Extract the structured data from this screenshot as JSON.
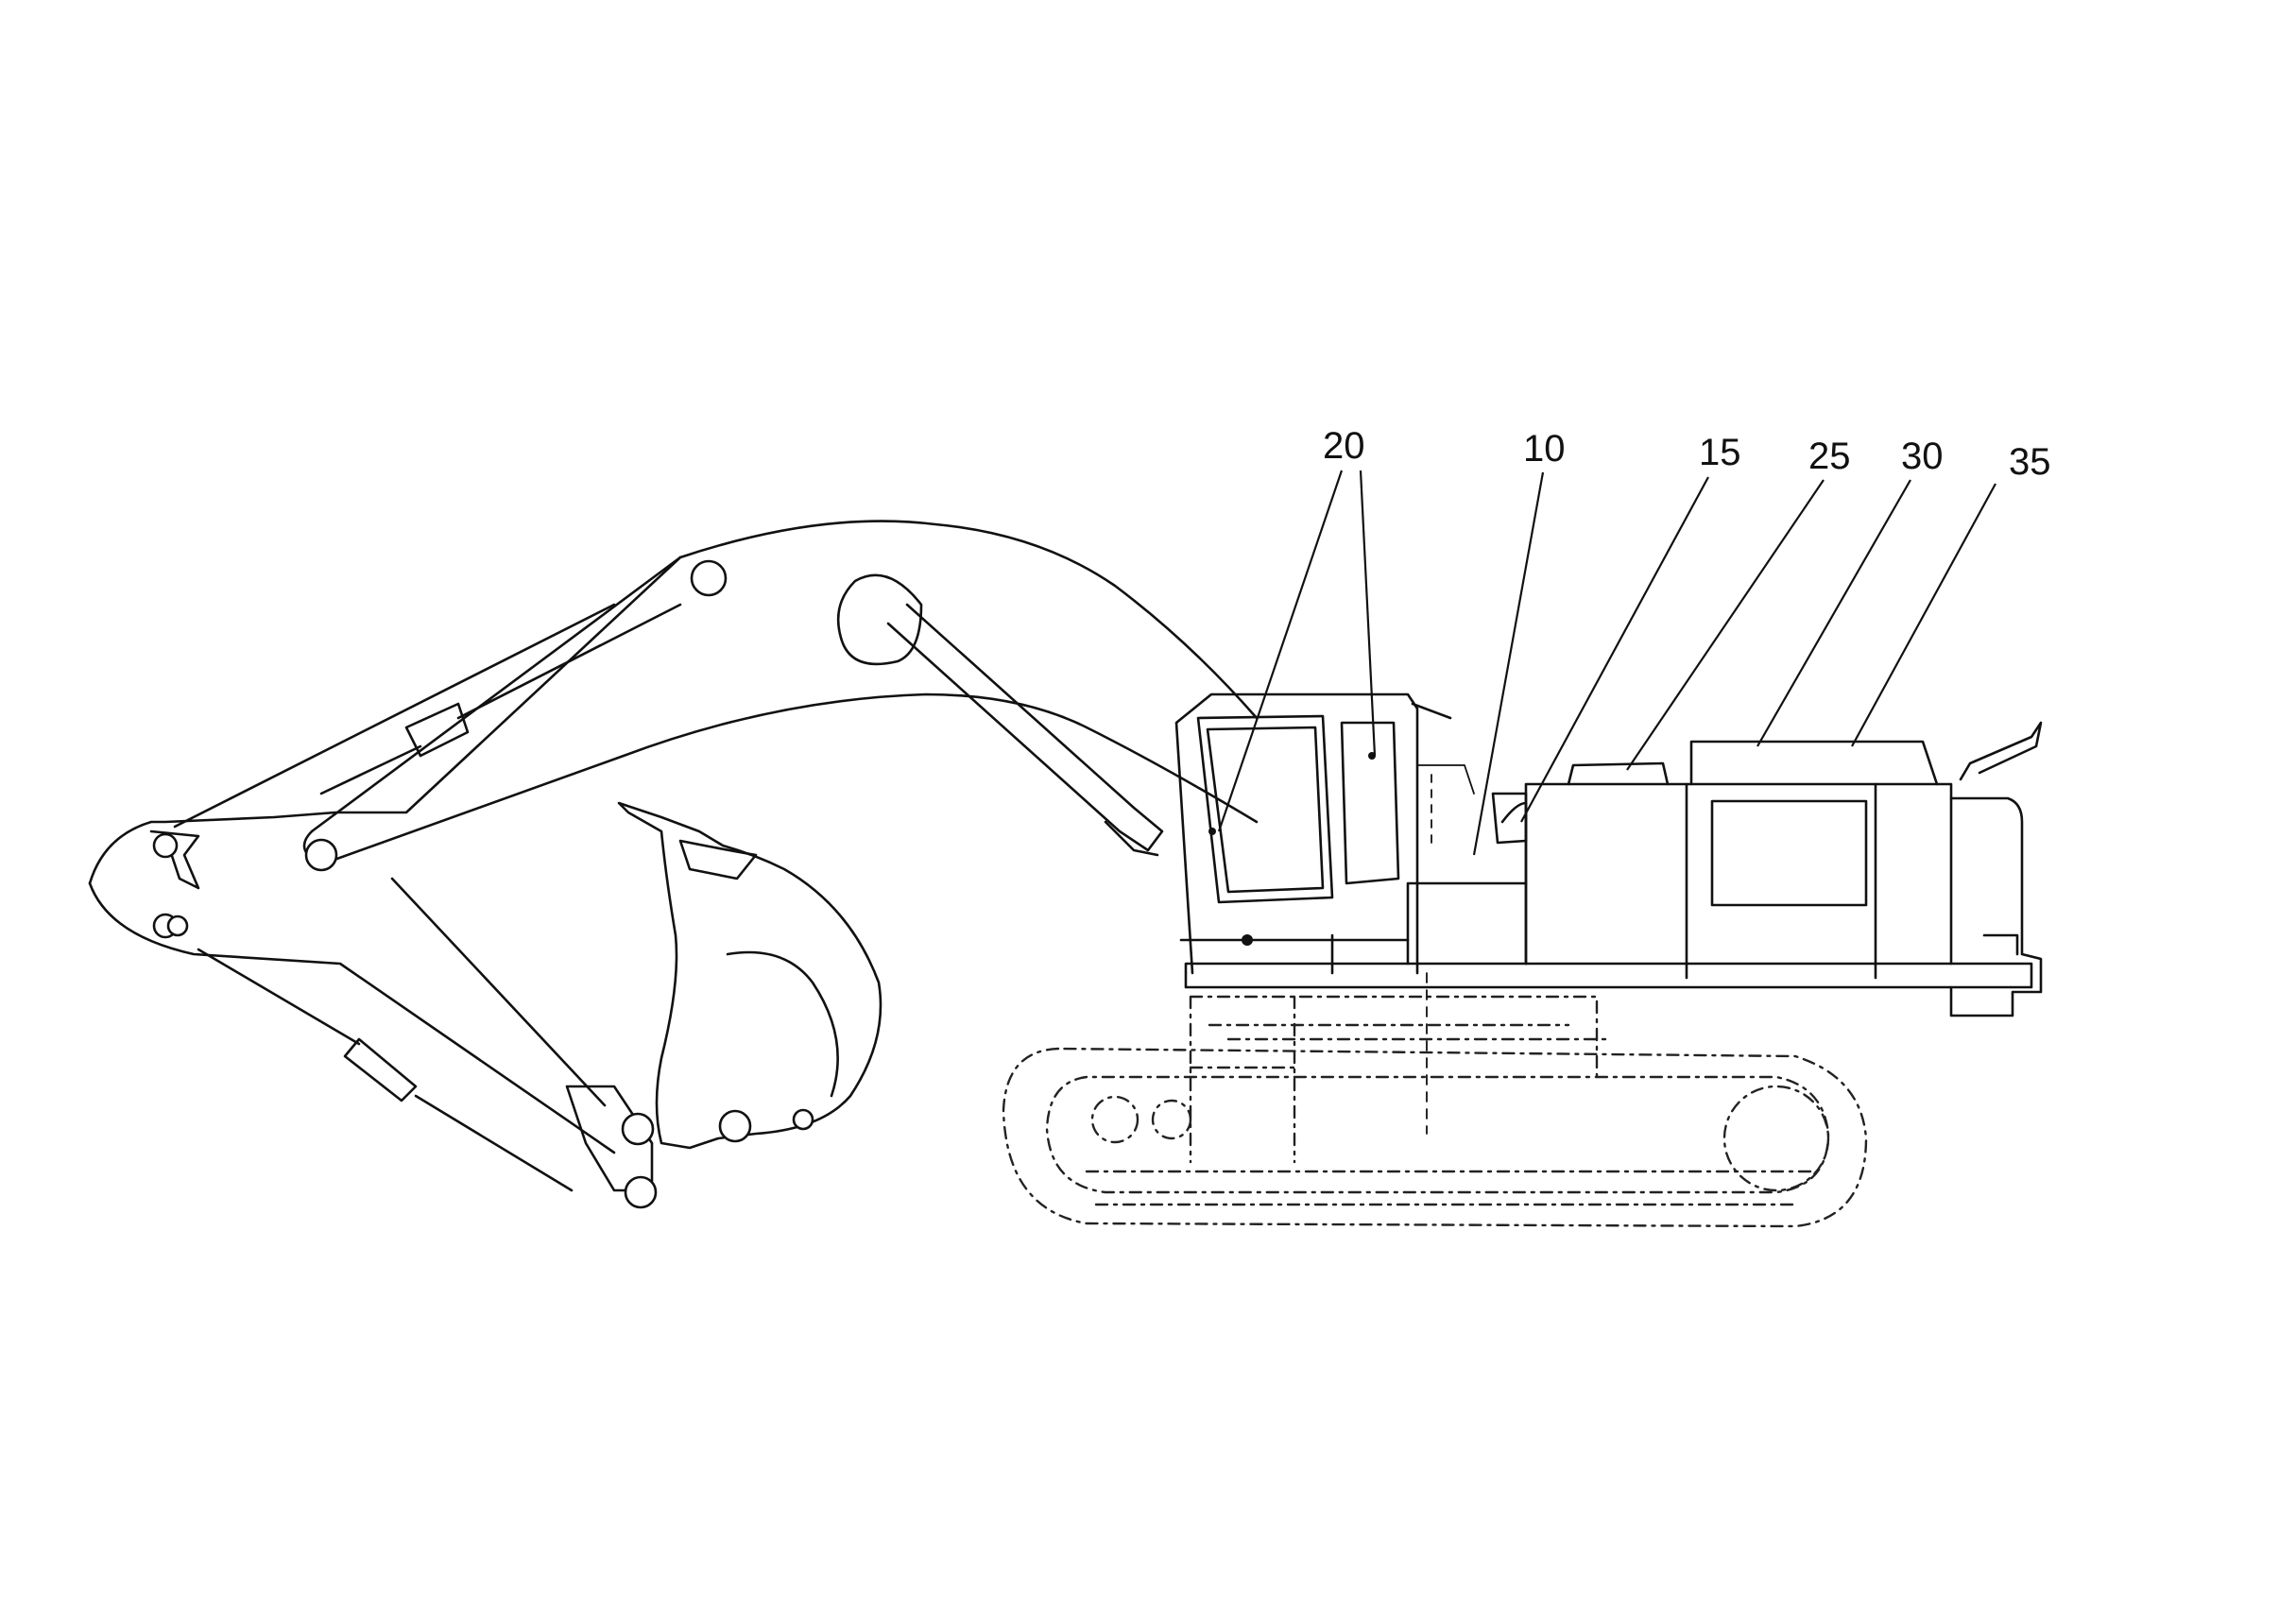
{
  "figure": {
    "callouts": [
      {
        "id": "c20",
        "label": "20"
      },
      {
        "id": "c10",
        "label": "10"
      },
      {
        "id": "c15",
        "label": "15"
      },
      {
        "id": "c25",
        "label": "25"
      },
      {
        "id": "c30",
        "label": "30"
      },
      {
        "id": "c35",
        "label": "35"
      }
    ]
  }
}
